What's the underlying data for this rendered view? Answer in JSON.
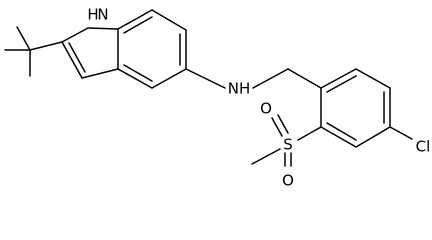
{
  "structure": {
    "atoms": {
      "indole_nh": "H",
      "indole_n": "N",
      "amine_nh": "NH",
      "sulfur": "S",
      "oxygen_top": "O",
      "oxygen_bottom": "O",
      "chlorine": "Cl"
    }
  },
  "colors": {
    "bond": "#000000",
    "background": "#ffffff",
    "text": "#000000"
  }
}
